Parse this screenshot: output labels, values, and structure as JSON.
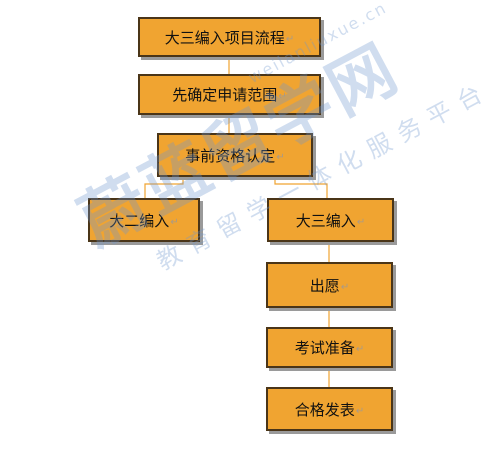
{
  "colors": {
    "box_fill": "#f0a431",
    "box_border": "#4a3518",
    "connector": "#f0a431",
    "watermark": "#6f97cf"
  },
  "nodes": {
    "title": "大三编入项目流程",
    "scope": "先确定申请范围",
    "eligibility": "事前资格认定",
    "second_year": "大二编入",
    "third_year": "大三编入",
    "application": "出愿",
    "exam_prep": "考试准备",
    "result": "合格发表"
  },
  "paragraph_mark": "↵",
  "watermark": {
    "main": "蔚蓝留学网",
    "url": "weilanliuxue.cn",
    "tagline": "教育留学一体化服务平台"
  }
}
